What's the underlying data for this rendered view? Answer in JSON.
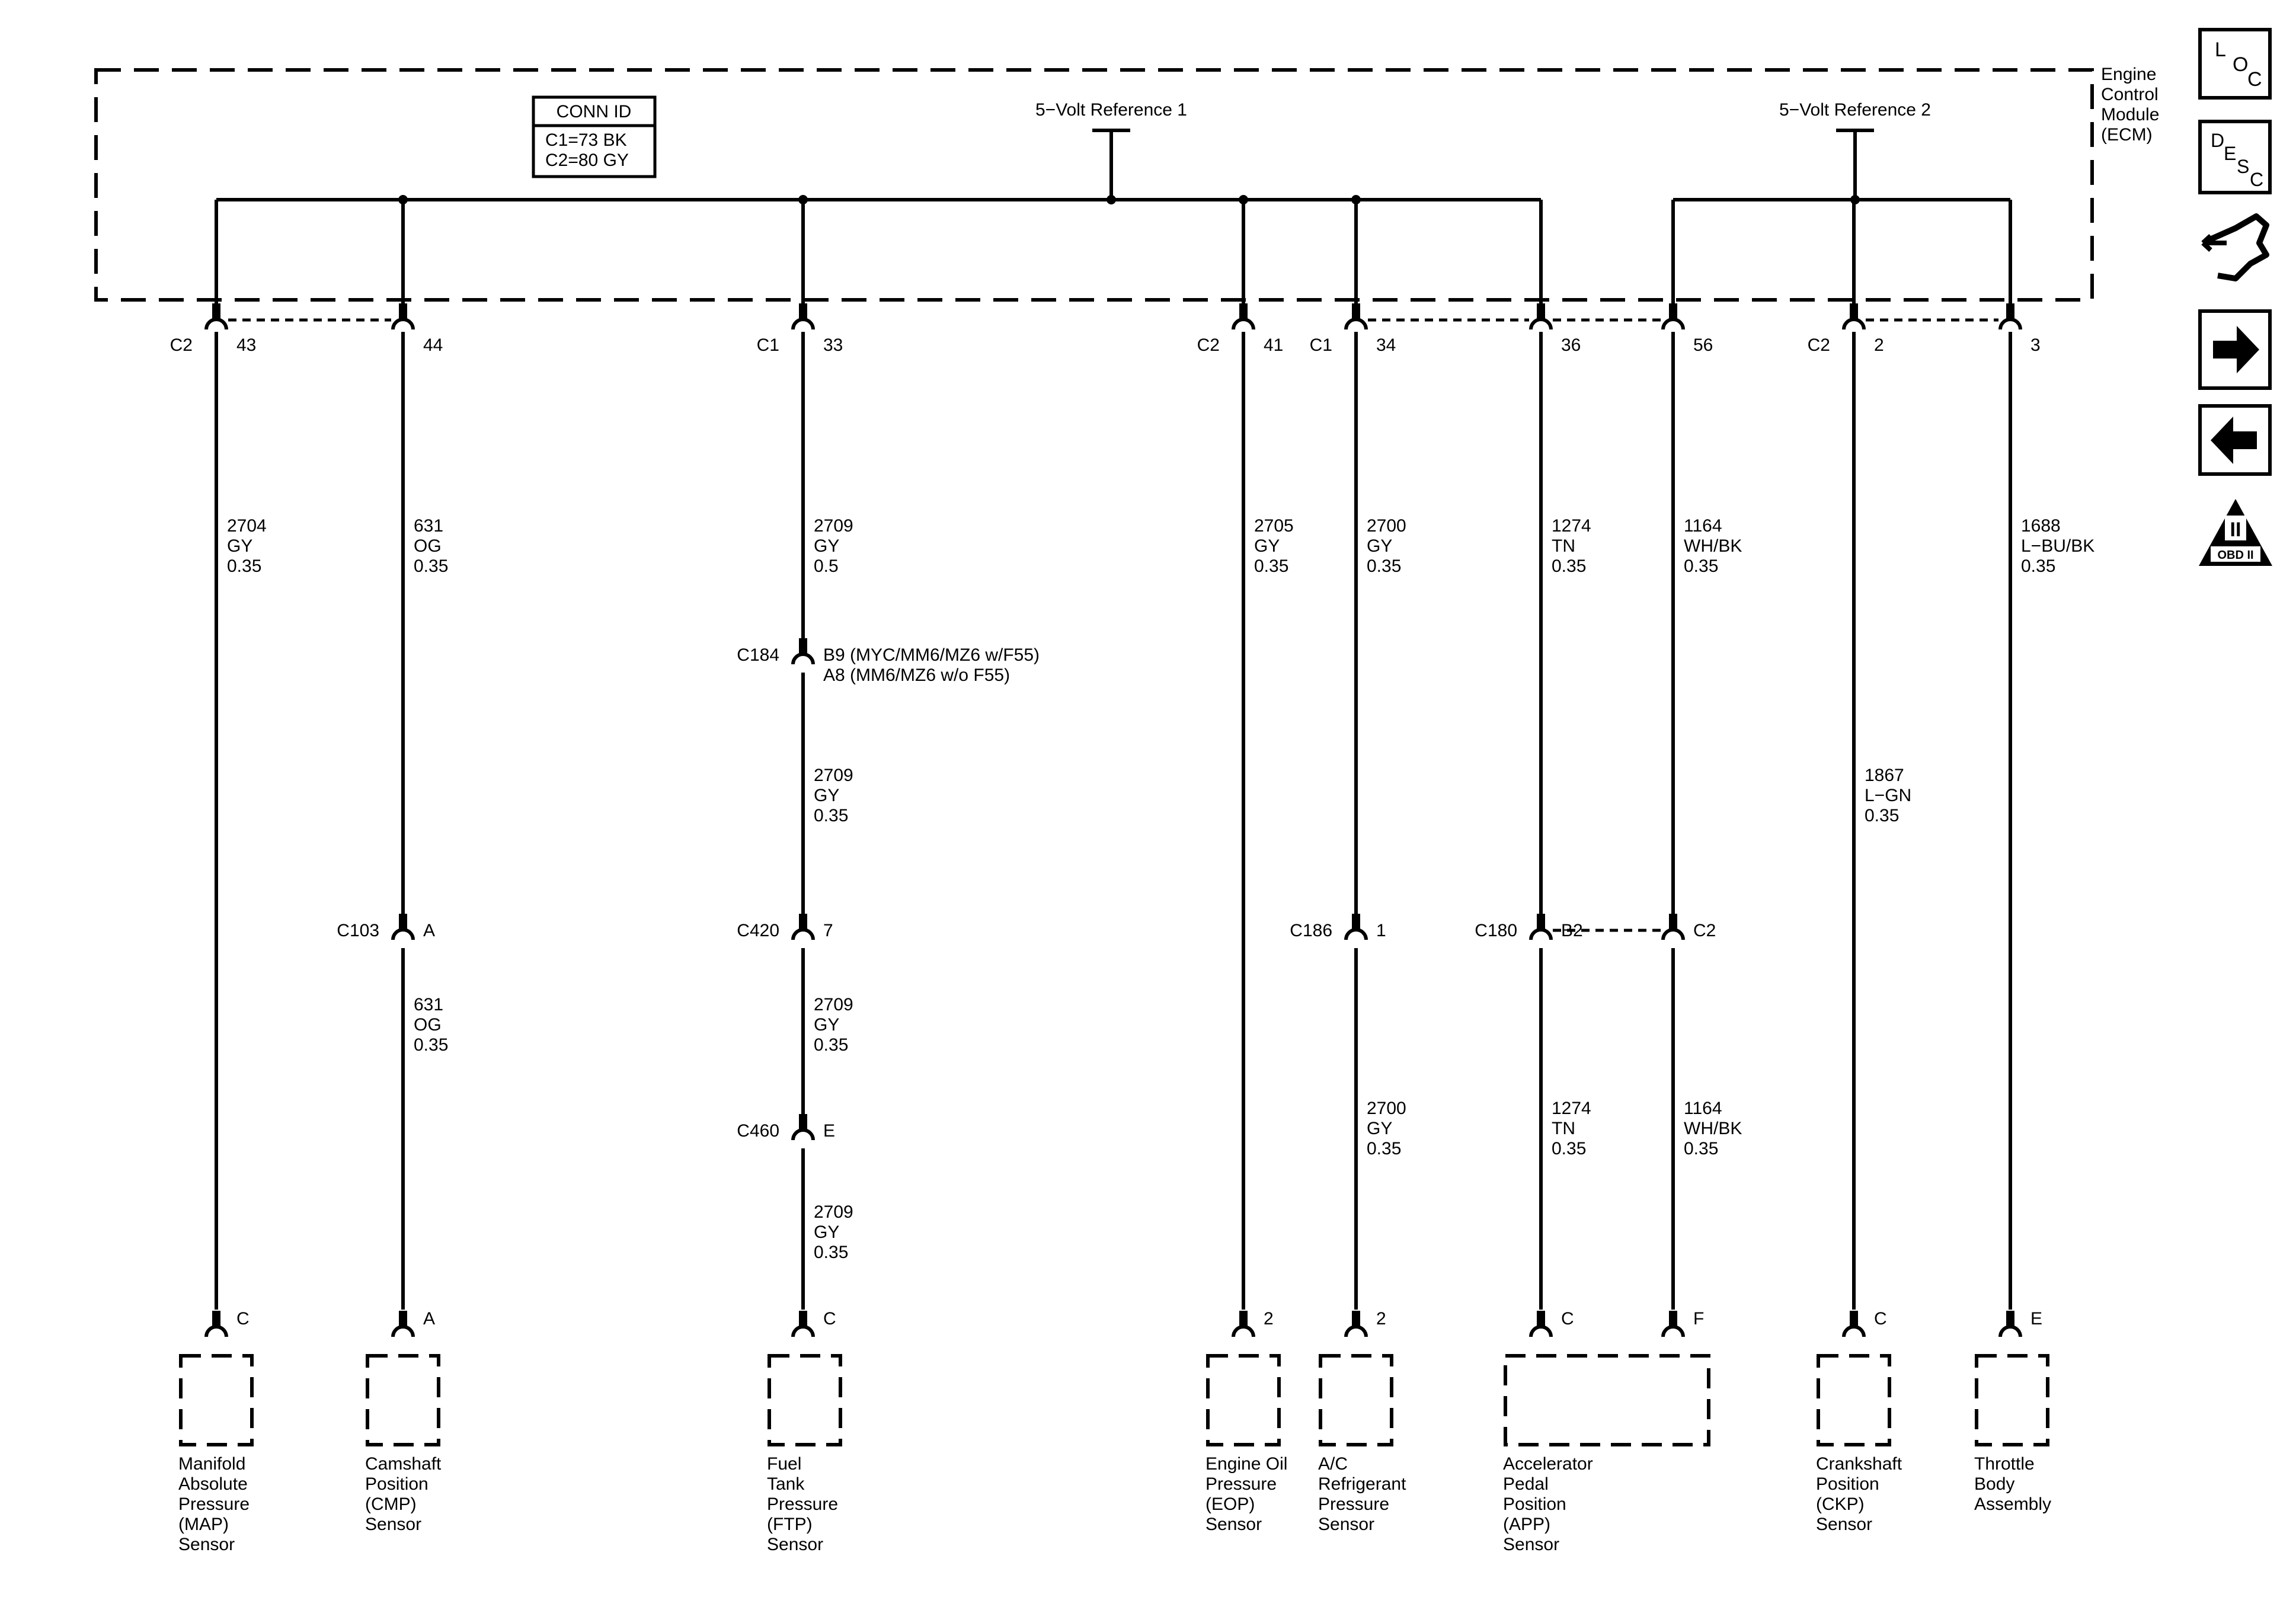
{
  "ecm": {
    "name_lines": [
      "Engine",
      "Control",
      "Module",
      "(ECM)"
    ],
    "conn_id": {
      "title": "CONN ID",
      "lines": [
        "C1=73 BK",
        "C2=80 GY"
      ]
    },
    "ref1": "5−Volt Reference 1",
    "ref2": "5−Volt Reference 2"
  },
  "pins": [
    {
      "conn": "C2",
      "pin": "43"
    },
    {
      "conn": "",
      "pin": "44"
    },
    {
      "conn": "C1",
      "pin": "33"
    },
    {
      "conn": "C2",
      "pin": "41"
    },
    {
      "conn": "C1",
      "pin": "34"
    },
    {
      "conn": "",
      "pin": "36"
    },
    {
      "conn": "",
      "pin": "56"
    },
    {
      "conn": "C2",
      "pin": "2"
    },
    {
      "conn": "",
      "pin": "3"
    }
  ],
  "wire_labels": [
    [
      "2704",
      "GY",
      "0.35"
    ],
    [
      "631",
      "OG",
      "0.35"
    ],
    [
      "2709",
      "GY",
      "0.5"
    ],
    [
      "2705",
      "GY",
      "0.35"
    ],
    [
      "2700",
      "GY",
      "0.35"
    ],
    [
      "1274",
      "TN",
      "0.35"
    ],
    [
      "1164",
      "WH/BK",
      "0.35"
    ],
    [
      "1867",
      "L−GN",
      "0.35"
    ],
    [
      "1688",
      "L−BU/BK",
      "0.35"
    ],
    [
      "2709",
      "GY",
      "0.35"
    ],
    [
      "631",
      "OG",
      "0.35"
    ],
    [
      "2709",
      "GY",
      "0.35"
    ],
    [
      "2700",
      "GY",
      "0.35"
    ],
    [
      "1274",
      "TN",
      "0.35"
    ],
    [
      "1164",
      "WH/BK",
      "0.35"
    ],
    [
      "2709",
      "GY",
      "0.35"
    ]
  ],
  "inline_connectors": [
    {
      "conn": "C184",
      "pin_lines": [
        "B9 (MYC/MM6/MZ6 w/F55)",
        "A8 (MM6/MZ6 w/o F55)"
      ]
    },
    {
      "conn": "C103",
      "pin_lines": [
        "A"
      ]
    },
    {
      "conn": "C420",
      "pin_lines": [
        "7"
      ]
    },
    {
      "conn": "C186",
      "pin_lines": [
        "1"
      ]
    },
    {
      "conn": "C180",
      "pin_lines": [
        "B2"
      ]
    },
    {
      "conn": "",
      "pin_lines": [
        "C2"
      ]
    },
    {
      "conn": "C460",
      "pin_lines": [
        "E"
      ]
    }
  ],
  "components": [
    {
      "pins": [
        "C"
      ],
      "name_lines": [
        "Manifold",
        "Absolute",
        "Pressure",
        "(MAP)",
        "Sensor"
      ]
    },
    {
      "pins": [
        "A"
      ],
      "name_lines": [
        "Camshaft",
        "Position",
        "(CMP)",
        "Sensor"
      ]
    },
    {
      "pins": [
        "C"
      ],
      "name_lines": [
        "Fuel",
        "Tank",
        "Pressure",
        "(FTP)",
        "Sensor"
      ]
    },
    {
      "pins": [
        "2"
      ],
      "name_lines": [
        "Engine Oil",
        "Pressure",
        "(EOP)",
        "Sensor"
      ]
    },
    {
      "pins": [
        "2"
      ],
      "name_lines": [
        "A/C",
        "Refrigerant",
        "Pressure",
        "Sensor"
      ]
    },
    {
      "pins": [
        "C",
        "F"
      ],
      "name_lines": [
        "Accelerator",
        "Pedal",
        "Position",
        "(APP)",
        "Sensor"
      ]
    },
    {
      "pins": [
        "C"
      ],
      "name_lines": [
        "Crankshaft",
        "Position",
        "(CKP)",
        "Sensor"
      ]
    },
    {
      "pins": [
        "E"
      ],
      "name_lines": [
        "Throttle",
        "Body",
        "Assembly"
      ]
    }
  ],
  "nav": {
    "loc": {
      "big": "L",
      "mid": "O",
      "small": "C"
    },
    "desc": {
      "l1": "D",
      "l2": "E",
      "l3": "S",
      "l4": "C"
    },
    "connector_icon": "connector-wrench-icon",
    "next_icon": "arrow-right-icon",
    "prev_icon": "arrow-left-icon",
    "obd": {
      "numeral": "II",
      "label": "OBD II"
    }
  }
}
